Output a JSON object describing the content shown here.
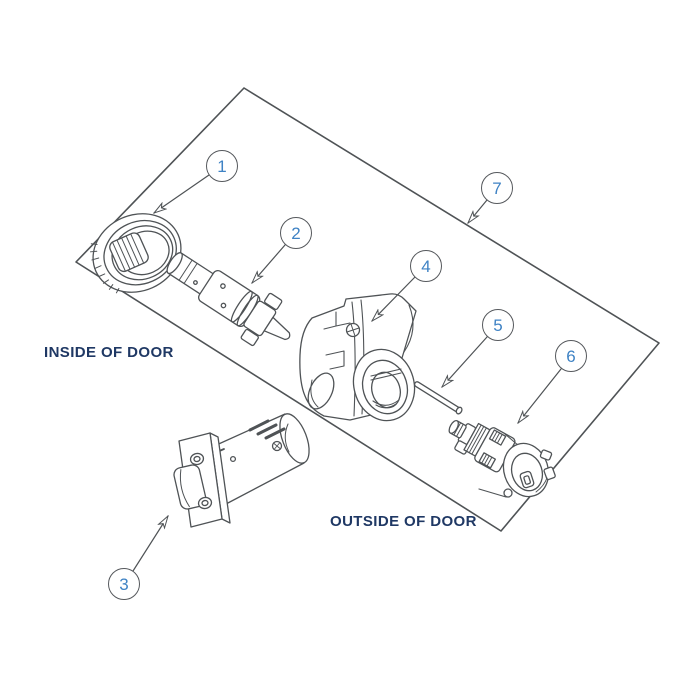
{
  "diagram": {
    "kind": "exploded-parts-diagram",
    "background_color": "#ffffff",
    "line_color": "#4f5356",
    "labels": {
      "inside_of_door": "INSIDE OF DOOR",
      "outside_of_door": "OUTSIDE OF DOOR"
    },
    "label_text_color": "#1f3864",
    "callouts": [
      {
        "number": "1"
      },
      {
        "number": "2"
      },
      {
        "number": "3"
      },
      {
        "number": "4"
      },
      {
        "number": "5"
      },
      {
        "number": "6"
      },
      {
        "number": "7"
      }
    ],
    "callout_number_color": "#3e82c4",
    "callout_circle_border_color": "#55585c"
  }
}
